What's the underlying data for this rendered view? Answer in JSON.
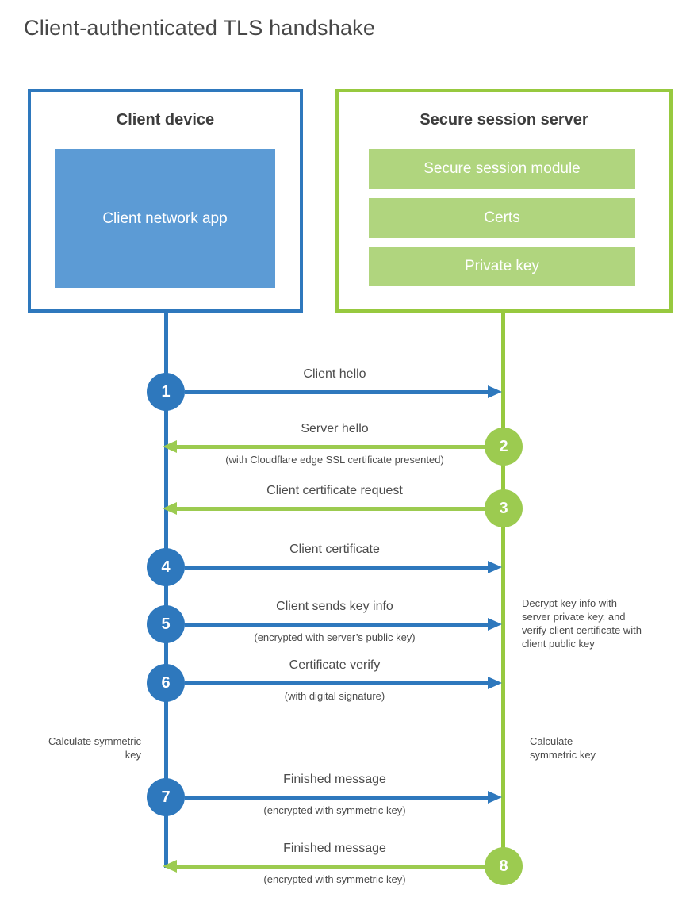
{
  "title": "Client-authenticated TLS handshake",
  "colors": {
    "blue": "#2e78bd",
    "blue_light": "#5c9bd5",
    "green": "#97c93f",
    "green_light": "#b0d57e",
    "green_circle": "#9ccb50",
    "ink": "#474747",
    "heading": "#3d3d3d",
    "label": "#4b4b4b"
  },
  "client": {
    "title": "Client device",
    "app_label": "Client network app"
  },
  "server": {
    "title": "Secure session server",
    "modules": [
      "Secure session module",
      "Certs",
      "Private key"
    ]
  },
  "steps": [
    {
      "num": "1",
      "from": "client",
      "to": "server",
      "label": "Client hello",
      "sublabel": ""
    },
    {
      "num": "2",
      "from": "server",
      "to": "client",
      "label": "Server hello",
      "sublabel": "(with Cloudflare edge SSL certificate presented)"
    },
    {
      "num": "3",
      "from": "server",
      "to": "client",
      "label": "Client certificate request",
      "sublabel": ""
    },
    {
      "num": "4",
      "from": "client",
      "to": "server",
      "label": "Client certificate",
      "sublabel": ""
    },
    {
      "num": "5",
      "from": "client",
      "to": "server",
      "label": "Client sends key info",
      "sublabel": "(encrypted with server’s public key)"
    },
    {
      "num": "6",
      "from": "client",
      "to": "server",
      "label": "Certificate verify",
      "sublabel": "(with digital signature)"
    },
    {
      "num": "7",
      "from": "client",
      "to": "server",
      "label": "Finished message",
      "sublabel": "(encrypted with symmetric key)"
    },
    {
      "num": "8",
      "from": "server",
      "to": "client",
      "label": "Finished message",
      "sublabel": "(encrypted with symmetric key)"
    }
  ],
  "annotations": {
    "server_note": "Decrypt key info with server private key, and verify client certificate with client public key",
    "client_calc_note": "Calculate symmetric key",
    "server_calc_note": "Calculate symmetric key"
  }
}
